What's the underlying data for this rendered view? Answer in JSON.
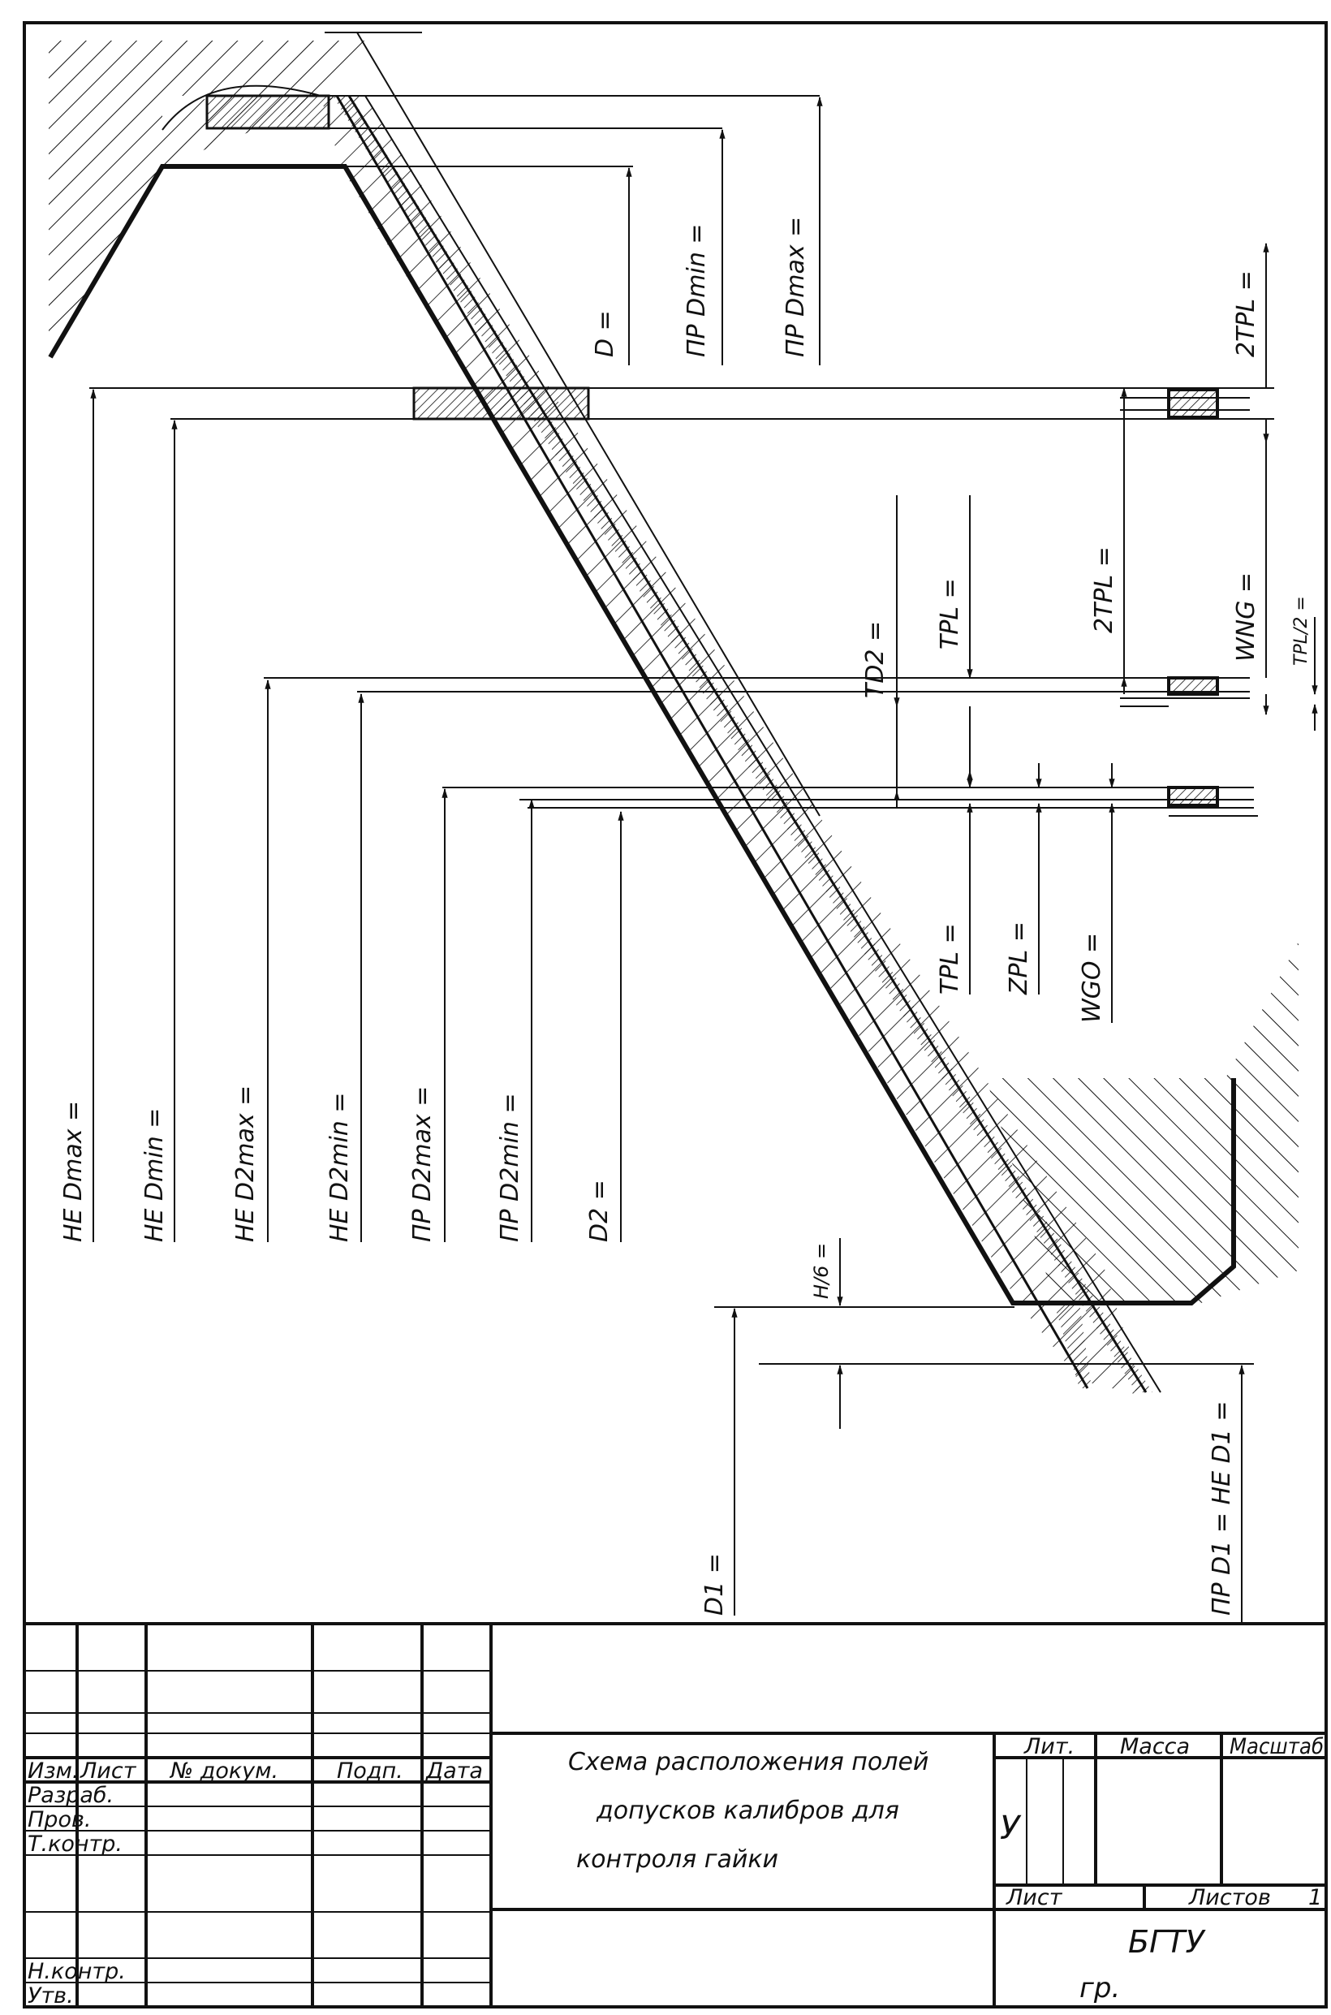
{
  "ink_color": "#111111",
  "paper_color": "#ffffff",
  "thread_profile": {
    "dimensions": {
      "D": "D =",
      "PR_Dmin": "ПР Dmin =",
      "PR_Dmax": "ПР Dmax =",
      "NE_Dmax": "НЕ Dmax =",
      "NE_Dmin": "НЕ Dmin =",
      "NE_D2max": "НЕ D2max =",
      "NE_D2min": "НЕ D2min =",
      "PR_D2max": "ПР D2max =",
      "PR_D2min": "ПР D2min =",
      "D2": "D2 =",
      "TD2": "TD2 =",
      "TPL_a": "TPL =",
      "TPL_b": "TPL =",
      "ZPL": "ZPL =",
      "WGO": "WGO =",
      "TPL2_a": "2TPL =",
      "TPL2_b": "2TPL =",
      "WNG": "WNG =",
      "TPL_half": "TPL/2 =",
      "H6": "H/6 =",
      "D1": "D1 =",
      "PR_D1_NE_D1": "ПР D1 = НЕ D1 ="
    }
  },
  "title_block": {
    "headers": {
      "izm": "Изм.",
      "list": "Лист",
      "doc_no": "№ докум.",
      "podp": "Подп.",
      "data": "Дата"
    },
    "roles": {
      "razrab": "Разраб.",
      "prov": "Пров.",
      "tkontr": "Т.контр.",
      "nkontr": "Н.контр.",
      "utv": "Утв."
    },
    "title_lines": [
      "Схема расположения полей",
      "допусков калибров для",
      "контроля гайки"
    ],
    "lit": "Лит.",
    "massa": "Масса",
    "masshtab": "Масштаб",
    "lit_value": "У",
    "sheet_label": "Лист",
    "sheets_label": "Листов",
    "sheets_value": "1",
    "org": "БГТУ",
    "group": "гр."
  }
}
